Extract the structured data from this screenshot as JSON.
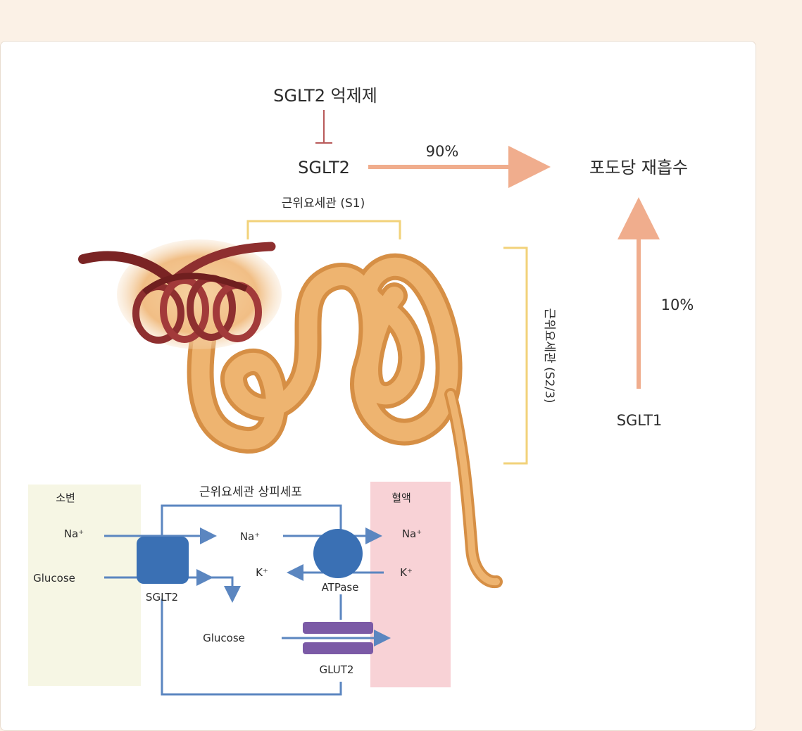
{
  "colors": {
    "page_bg": "#fbf1e6",
    "arrow_salmon": "#f0ad8d",
    "bracket_yellow": "#f2d27a",
    "tubule_orange": "#e3a45c",
    "glomerulus_red": "#8e2f2f",
    "sglt2_box": "#3a70b4",
    "atpase_circle": "#3a70b4",
    "glut2_bar": "#7b5aa6",
    "urine_zone": "#f6f6e4",
    "blood_zone": "#f8d2d6",
    "flow_blue": "#5b86c0"
  },
  "icons": [
    "glomerulus-illustration",
    "proximal-tubule-illustration",
    "sglt2-transporter-icon",
    "atpase-pump-icon",
    "glut2-channel-icon"
  ],
  "diagram": {
    "inhibitor_label": "SGLT2 억제제",
    "sglt2_label": "SGLT2",
    "percent_90": "90%",
    "reabsorption_label": "포도당 재흡수",
    "s1_label": "근위요세관 (S1)",
    "s23_label": "근위요세관 (S2/3)",
    "percent_10": "10%",
    "sglt1_label": "SGLT1"
  },
  "cell": {
    "urine_label": "소변",
    "epithelium_label": "근위요세관 상피세포",
    "blood_label": "혈액",
    "na_left": "Na⁺",
    "na_mid": "Na⁺",
    "na_right": "Na⁺",
    "k_mid": "K⁺",
    "k_right": "K⁺",
    "glucose_left": "Glucose",
    "glucose_mid": "Glucose",
    "sglt2_label": "SGLT2",
    "atpase_label": "ATPase",
    "glut2_label": "GLUT2"
  }
}
